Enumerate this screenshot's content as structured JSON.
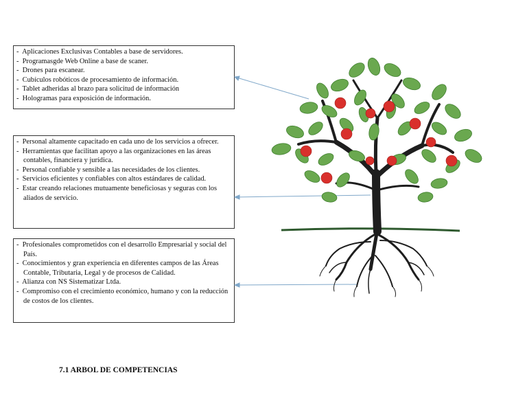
{
  "box_top": {
    "items": [
      "Aplicaciones Exclusivas Contables a base de servidores.",
      "Programasgde Web Online a base de scaner.",
      "Drones para escanear.",
      "Cubículos robóticos de procesamiento de información.",
      "Tablet adheridas al brazo para solicitud de información",
      "Hologramas para exposición de información."
    ]
  },
  "box_middle": {
    "items": [
      "Personal altamente capacitado en cada uno de los servicios a ofrecer.",
      "Herramientas que facilitan apoyo a las organizaciones en las áreas contables, financiera y jurídica.",
      "Personal confiable y sensible a las necesidades de los clientes.",
      "Servicios eficientes y confiables con altos estándares de calidad.",
      "Estar creando relaciones mutuamente beneficiosas y seguras con los aliados de servicio."
    ]
  },
  "box_bottom": {
    "items": [
      "Profesionales comprometidos con el desarrollo Empresarial y social del País.",
      "Conocimientos y gran experiencia en diferentes campos de las Áreas Contable, Tributaria, Legal y de procesos de Calidad.",
      "Alianza con NS Sistematizar Ltda.",
      "Compromiso con el crecimiento económico, humano y con la reducción de costos de los clientes."
    ]
  },
  "caption": "7.1 ARBOL DE COMPETENCIAS",
  "colors": {
    "leaf": "#6aa84f",
    "leaf_dark": "#3f7f2e",
    "apple": "#d9302c",
    "trunk": "#1e1e1e",
    "arrow": "#7fa7c9"
  }
}
